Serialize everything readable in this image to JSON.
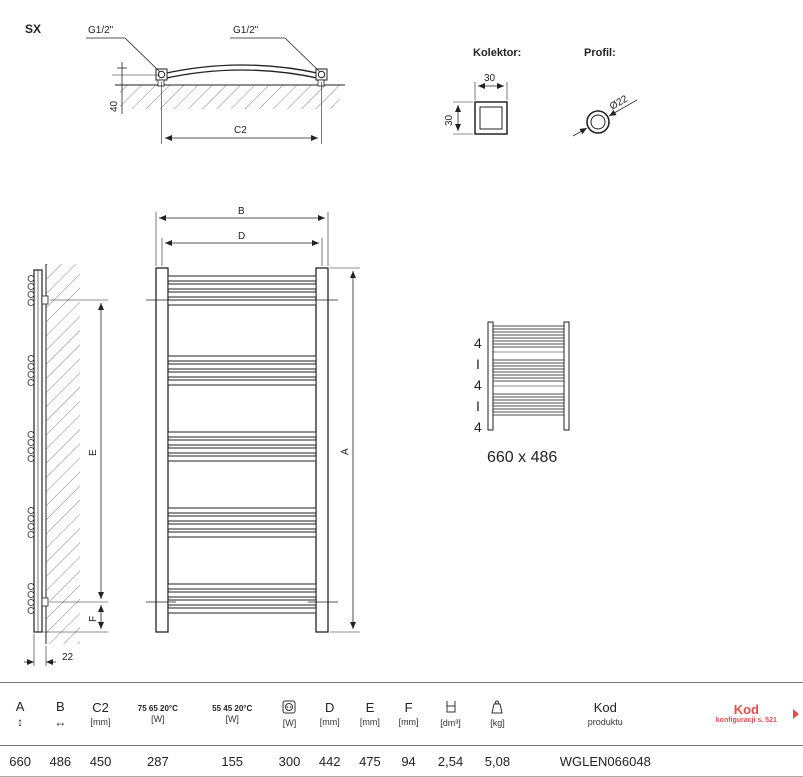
{
  "model_label": "SX",
  "top_view": {
    "thread_left": "G1/2\"",
    "thread_right": "G1/2\"",
    "depth_dim": "40",
    "spacing_dim": "C2"
  },
  "kolektor": {
    "title": "Kolektor:",
    "width": "30",
    "height": "30"
  },
  "profil": {
    "title": "Profil:",
    "diameter": "Ø22"
  },
  "front_view": {
    "dim_b": "B",
    "dim_d": "D",
    "dim_a": "A"
  },
  "side_view": {
    "dim_e": "E",
    "dim_f": "F",
    "dim_wall": "22"
  },
  "config": {
    "groups": [
      "4",
      "I",
      "4",
      "I",
      "4"
    ],
    "size": "660 x 486"
  },
  "table": {
    "headers": [
      {
        "main": "A",
        "sub": "↕"
      },
      {
        "main": "B",
        "sub": "↔"
      },
      {
        "main": "C2",
        "sub": "[mm]"
      },
      {
        "main": "75 65 20°C",
        "sub": "[W]"
      },
      {
        "main": "55 45 20°C",
        "sub": "[W]"
      },
      {
        "main": "",
        "sub": "[W]"
      },
      {
        "main": "D",
        "sub": "[mm]"
      },
      {
        "main": "E",
        "sub": "[mm]"
      },
      {
        "main": "F",
        "sub": "[mm]"
      },
      {
        "main": "",
        "sub": "[dm³]"
      },
      {
        "main": "",
        "sub": "[kg]"
      },
      {
        "main": "Kod",
        "sub": "produktu"
      },
      {
        "main": "Kod",
        "sub": "konfiguracji s. 521"
      }
    ],
    "values": [
      "660",
      "486",
      "450",
      "287",
      "155",
      "300",
      "442",
      "475",
      "94",
      "2,54",
      "5,08",
      "WGLEN066048"
    ],
    "icons": {
      "electric": "socket-icon",
      "volume": "water-volume-icon",
      "weight": "weight-icon",
      "arrow": "arrow-right-icon"
    }
  }
}
